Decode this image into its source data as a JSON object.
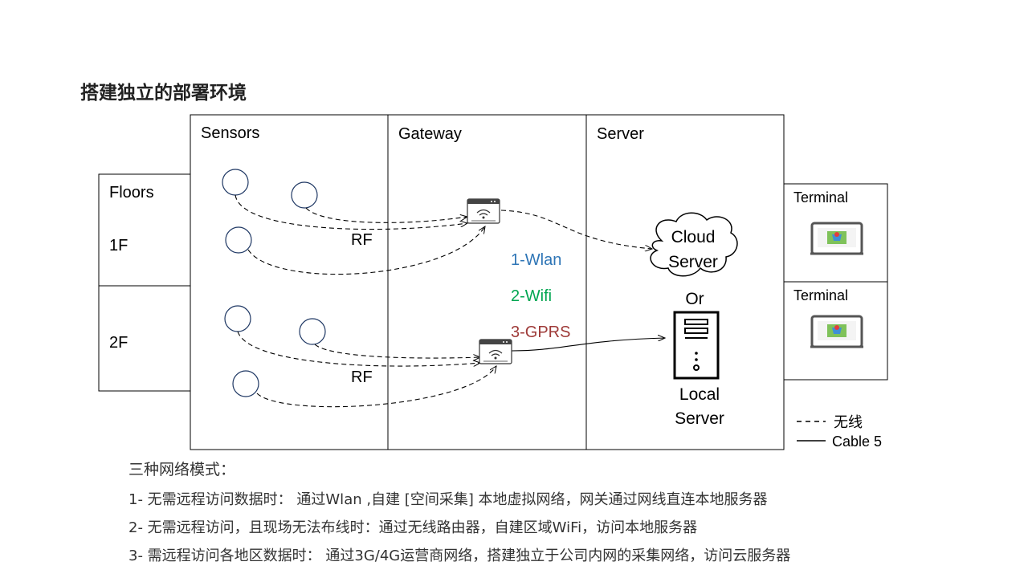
{
  "title": "搭建独立的部署环境",
  "diagram": {
    "columns": {
      "sensors": "Sensors",
      "gateway": "Gateway",
      "server": "Server"
    },
    "floors": {
      "header": "Floors",
      "f1": "1F",
      "f2": "2F"
    },
    "rf_label": "RF",
    "modes": [
      {
        "label": "1-Wlan",
        "color": "#2e75b6"
      },
      {
        "label": "2-Wifi",
        "color": "#00a651"
      },
      {
        "label": "3-GPRS",
        "color": "#9e3a38"
      }
    ],
    "cloud_server": {
      "line1": "Cloud",
      "line2": "Server"
    },
    "or_label": "Or",
    "local_server": {
      "line1": "Local",
      "line2": "Server"
    },
    "terminal_label": "Terminal",
    "legend": {
      "wireless": "无线",
      "cable": "Cable 5"
    }
  },
  "notes": {
    "heading": "三种网络模式：",
    "items": [
      "1- 无需远程访问数据时： 通过Wlan ,自建 [空间采集] 本地虚拟网络，网关通过网线直连本地服务器",
      "2- 无需远程访问，且现场无法布线时：通过无线路由器，自建区域WiFi，访问本地服务器",
      "3- 需远程访问各地区数据时： 通过3G/4G运营商网络，搭建独立于公司内网的采集网络，访问云服务器"
    ]
  }
}
